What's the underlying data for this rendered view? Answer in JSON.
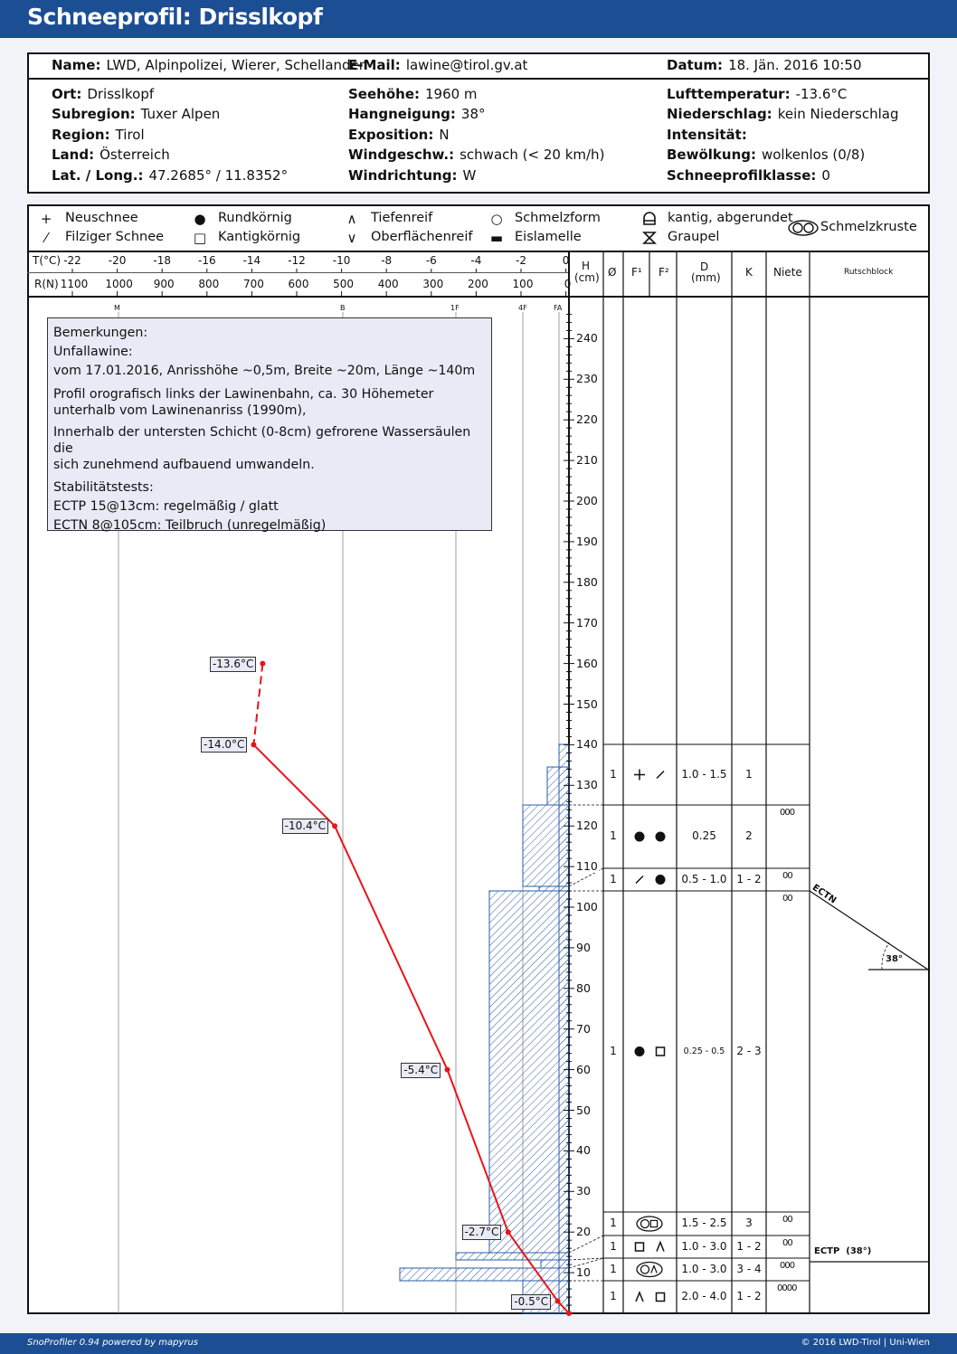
{
  "title": "Schneeprofil: Drisslkopf",
  "meta": {
    "name": {
      "label": "Name:",
      "value": "LWD, Alpinpolizei, Wierer, Schellander"
    },
    "email": {
      "label": "E-Mail:",
      "value": "lawine@tirol.gv.at"
    },
    "datum": {
      "label": "Datum:",
      "value": "18. Jän. 2016 10:50"
    },
    "ort": {
      "label": "Ort:",
      "value": "Drisslkopf"
    },
    "subregion": {
      "label": "Subregion:",
      "value": "Tuxer Alpen"
    },
    "region": {
      "label": "Region:",
      "value": "Tirol"
    },
    "land": {
      "label": "Land:",
      "value": "Österreich"
    },
    "latlong": {
      "label": "Lat. / Long.:",
      "value": "47.2685° / 11.8352°"
    },
    "seehoehe": {
      "label": "Seehöhe:",
      "value": "1960 m"
    },
    "hangneigung": {
      "label": "Hangneigung:",
      "value": "38°"
    },
    "exposition": {
      "label": "Exposition:",
      "value": "N"
    },
    "windgeschw": {
      "label": "Windgeschw.:",
      "value": "schwach (< 20 km/h)"
    },
    "windrichtung": {
      "label": "Windrichtung:",
      "value": "W"
    },
    "lufttemperatur": {
      "label": "Lufttemperatur:",
      "value": "-13.6°C"
    },
    "niederschlag": {
      "label": "Niederschlag:",
      "value": "kein Niederschlag"
    },
    "intensitaet": {
      "label": "Intensität:",
      "value": ""
    },
    "bewoelkung": {
      "label": "Bewölkung:",
      "value": "wolkenlos (0/8)"
    },
    "profilklasse": {
      "label": "Schneeprofilklasse:",
      "value": "0"
    }
  },
  "legend": {
    "neuschnee": "Neuschnee",
    "filziger": "Filziger Schnee",
    "rundkoernig": "Rundkörnig",
    "kantigkoernig": "Kantigkörnig",
    "tiefenreif": "Tiefenreif",
    "oberflaechenreif": "Oberflächenreif",
    "schmelzform": "Schmelzform",
    "eislamelle": "Eislamelle",
    "kantig_abgerundet": "kantig, abgerundet",
    "graupel": "Graupel",
    "schmelzkruste": "Schmelzkruste"
  },
  "header": {
    "t_label": "T(°C)",
    "r_label": "R(N)",
    "t_ticks": [
      "-22",
      "-20",
      "-18",
      "-16",
      "-14",
      "-12",
      "-10",
      "-8",
      "-6",
      "-4",
      "-2",
      "0"
    ],
    "r_ticks": [
      "1100",
      "1000",
      "900",
      "800",
      "700",
      "600",
      "500",
      "400",
      "300",
      "200",
      "100",
      "0"
    ],
    "h_label": "H",
    "h_unit": "(cm)",
    "col_oe": "Ø",
    "col_f1": "F¹",
    "col_f2": "F²",
    "col_d": "D",
    "col_d_unit": "(mm)",
    "col_k": "K",
    "col_niete": "Niete",
    "col_rutschblock": "Rutschblock"
  },
  "hardness_labels": [
    "M",
    "B",
    "1F",
    "4F",
    "FA"
  ],
  "remarks": {
    "p1": [
      "Bemerkungen:",
      "Unfallawine:",
      "vom 17.01.2016, Anrisshöhe ~0,5m, Breite ~20m, Länge ~140m"
    ],
    "p2": [
      "Profil orografisch links der Lawinenbahn, ca. 30 Höhemeter",
      "unterhalb vom Lawinenanriss (1990m),"
    ],
    "p3": [
      "Innerhalb der untersten Schicht (0-8cm) gefrorene Wassersäulen die",
      "sich zunehmend aufbauend umwandeln."
    ],
    "p4": [
      "Stabilitätstests:",
      "ECTP 15@13cm: regelmäßig / glatt",
      "ECTN 8@105cm: Teilbruch (unregelmäßig)"
    ]
  },
  "height_ticks": [
    "10",
    "20",
    "30",
    "40",
    "50",
    "60",
    "70",
    "80",
    "90",
    "100",
    "110",
    "120",
    "130",
    "140",
    "150",
    "160",
    "170",
    "180",
    "190",
    "200",
    "210",
    "220",
    "230",
    "240"
  ],
  "temperature_profile": [
    {
      "h": 160,
      "t": -13.6,
      "label": "-13.6°C"
    },
    {
      "h": 140,
      "t": -14.0,
      "label": "-14.0°C"
    },
    {
      "h": 120,
      "t": -10.4,
      "label": "-10.4°C"
    },
    {
      "h": 60,
      "t": -5.4,
      "label": "-5.4°C"
    },
    {
      "h": 20,
      "t": -2.7,
      "label": "-2.7°C"
    },
    {
      "h": 3,
      "t": -0.5,
      "label": "-0.5°C"
    },
    {
      "h": 0,
      "t": 0
    }
  ],
  "layers": [
    {
      "oe": "1",
      "f1": "neuschnee",
      "f2": "filziger",
      "d": "1.0 - 1.5",
      "k": "1",
      "niete": ""
    },
    {
      "oe": "1",
      "f1": "rundkoernig",
      "f2": "rundkoernig",
      "d": "0.25",
      "k": "2",
      "niete": "000"
    },
    {
      "oe": "1",
      "f1": "filziger",
      "f2": "rundkoernig",
      "d": "0.5 - 1.0",
      "k": "1 - 2",
      "niete": "00"
    },
    {
      "oe": "1",
      "f1": "rundkoernig",
      "f2": "kantigkoernig",
      "d": "0.25 - 0.5",
      "k": "2 - 3",
      "niete": "00"
    },
    {
      "oe": "1",
      "f1": "schmelzform",
      "f2": "kantigkoernig",
      "d": "1.5 - 2.5",
      "k": "3",
      "niete": "00"
    },
    {
      "oe": "1",
      "f1": "kantigkoernig",
      "f2": "tiefenreif",
      "d": "1.0 - 3.0",
      "k": "1 - 2",
      "niete": "00"
    },
    {
      "oe": "1",
      "f1": "schmelzform",
      "f2": "tiefenreif",
      "d": "1.0 - 3.0",
      "k": "3 - 4",
      "niete": "000"
    },
    {
      "oe": "1",
      "f1": "tiefenreif",
      "f2": "kantigkoernig",
      "d": "2.0 - 4.0",
      "k": "1 - 2",
      "niete": "0000"
    }
  ],
  "tests": {
    "ectn": "ECTN",
    "angle": "38°",
    "ectp": "ECTP  (38°)"
  },
  "colors": {
    "brand": "#1c4e94",
    "temperature": "#e8141a",
    "hatch": "#2a5ca8"
  },
  "footer": {
    "left": "SnoProfiler 0.94 powered by mapyrus",
    "right": "© 2016 LWD-Tirol | Uni-Wien"
  }
}
